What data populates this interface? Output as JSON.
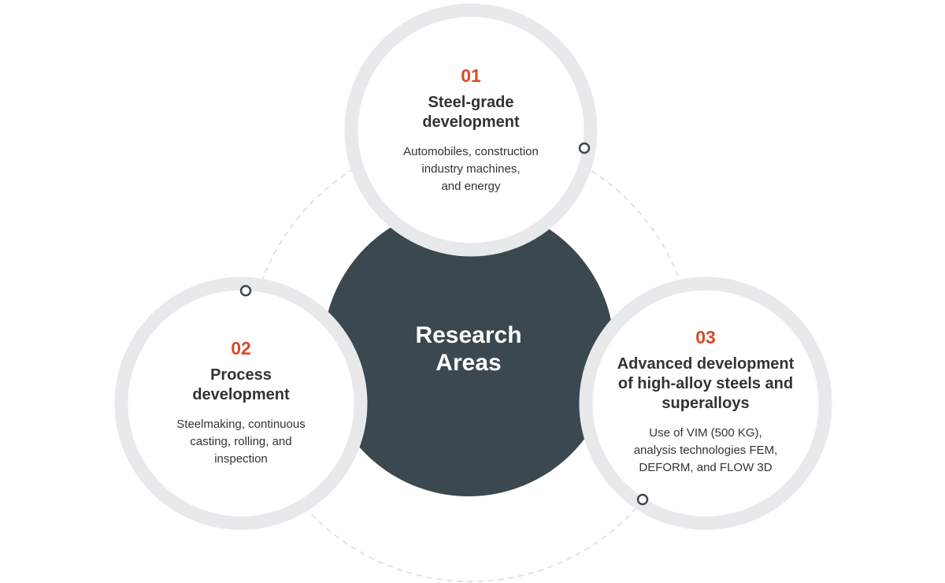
{
  "center": {
    "title_line1": "Research",
    "title_line2": "Areas"
  },
  "areas": [
    {
      "number": "01",
      "title_line1": "Steel-grade",
      "title_line2": "development",
      "desc_line1": "Automobiles, construction",
      "desc_line2": "industry machines,",
      "desc_line3": "and energy"
    },
    {
      "number": "02",
      "title_line1": "Process",
      "title_line2": "development",
      "desc_line1": "Steelmaking, continuous",
      "desc_line2": "casting, rolling, and",
      "desc_line3": "inspection"
    },
    {
      "number": "03",
      "title_line1": "Advanced development",
      "title_line2": "of high-alloy steels and",
      "title_line3": "superalloys",
      "desc_line1": "Use of VIM (500 KG),",
      "desc_line2": "analysis technologies FEM,",
      "desc_line3": "DEFORM, and FLOW 3D"
    }
  ],
  "colors": {
    "accent": "#d84a26",
    "center_fill": "#3b4850",
    "ring": "#e8e9eb",
    "text": "#333333",
    "dashed_orbit": "#d9d9d9"
  }
}
